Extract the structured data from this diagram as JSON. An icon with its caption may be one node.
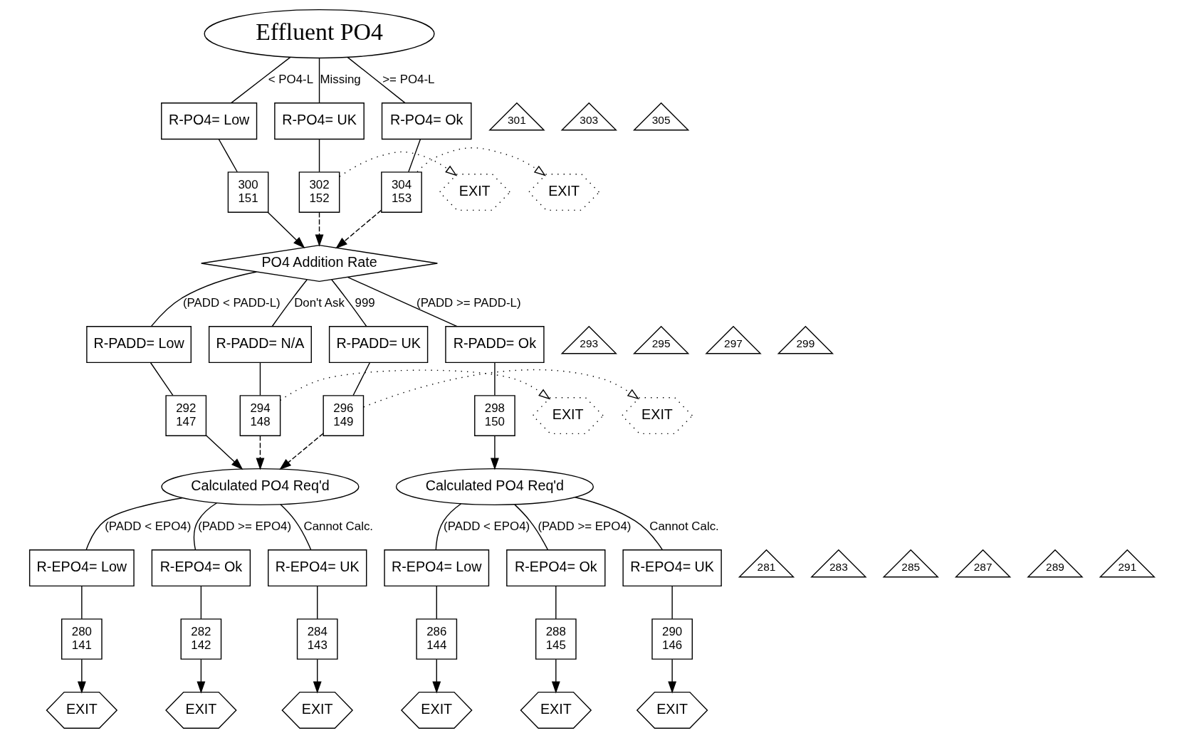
{
  "diagram": {
    "nodes": [
      {
        "text": [
          "Effluent PO4"
        ]
      },
      {
        "text": [
          "301"
        ]
      },
      {
        "text": [
          "R-PO4= Low"
        ]
      },
      {
        "text": [
          "303"
        ]
      },
      {
        "text": [
          "R-PO4= UK"
        ]
      },
      {
        "text": [
          "R-PO4= Ok"
        ]
      },
      {
        "text": [
          "305"
        ]
      },
      {
        "text": [
          "300",
          "151"
        ]
      },
      {
        "text": [
          "302",
          "152"
        ]
      },
      {
        "text": [
          "EXIT"
        ]
      },
      {
        "text": [
          "304",
          "153"
        ]
      },
      {
        "text": [
          "EXIT"
        ]
      },
      {
        "text": [
          "PO4 Addition Rate"
        ]
      },
      {
        "text": [
          "293"
        ]
      },
      {
        "text": [
          "R-PADD= Low"
        ]
      },
      {
        "text": [
          "295"
        ]
      },
      {
        "text": [
          "R-PADD= N/A"
        ]
      },
      {
        "text": [
          "297"
        ]
      },
      {
        "text": [
          "R-PADD= UK"
        ]
      },
      {
        "text": [
          "R-PADD= Ok"
        ]
      },
      {
        "text": [
          "299"
        ]
      },
      {
        "text": [
          "292",
          "147"
        ]
      },
      {
        "text": [
          "294",
          "148"
        ]
      },
      {
        "text": [
          "EXIT"
        ]
      },
      {
        "text": [
          "296",
          "149"
        ]
      },
      {
        "text": [
          "EXIT"
        ]
      },
      {
        "text": [
          "298",
          "150"
        ]
      },
      {
        "text": [
          "Calculated PO4 Req'd"
        ]
      },
      {
        "text": [
          "Calculated PO4 Req'd"
        ]
      },
      {
        "text": [
          "281"
        ]
      },
      {
        "text": [
          "R-EPO4= Low"
        ]
      },
      {
        "text": [
          "R-EPO4= Ok"
        ]
      },
      {
        "text": [
          "R-EPO4= UK"
        ]
      },
      {
        "text": [
          "283"
        ]
      },
      {
        "text": [
          "285"
        ]
      },
      {
        "text": [
          "280",
          "141"
        ]
      },
      {
        "text": [
          "282",
          "142"
        ]
      },
      {
        "text": [
          "284",
          "143"
        ]
      },
      {
        "text": [
          "EXIT"
        ]
      },
      {
        "text": [
          "EXIT"
        ]
      },
      {
        "text": [
          "EXIT"
        ]
      },
      {
        "text": [
          "287"
        ]
      },
      {
        "text": [
          "R-EPO4= Low"
        ]
      },
      {
        "text": [
          "R-EPO4= Ok"
        ]
      },
      {
        "text": [
          "R-EPO4= UK"
        ]
      },
      {
        "text": [
          "289"
        ]
      },
      {
        "text": [
          "291"
        ]
      },
      {
        "text": [
          "286",
          "144"
        ]
      },
      {
        "text": [
          "288",
          "145"
        ]
      },
      {
        "text": [
          "290",
          "146"
        ]
      },
      {
        "text": [
          "EXIT"
        ]
      },
      {
        "text": [
          "EXIT"
        ]
      },
      {
        "text": [
          "EXIT"
        ]
      }
    ],
    "edges": [
      {
        "from": 0,
        "to": 2,
        "arrow": "none",
        "label": "< PO4-L"
      },
      {
        "from": 0,
        "to": 4,
        "arrow": "none",
        "label": "Missing"
      },
      {
        "from": 0,
        "to": 5,
        "arrow": "none",
        "label": ">= PO4-L"
      },
      {
        "from": 2,
        "to": 7,
        "arrow": "none"
      },
      {
        "from": 4,
        "to": 8,
        "arrow": "none"
      },
      {
        "from": 5,
        "to": 10,
        "arrow": "none"
      },
      {
        "from": 8,
        "to": 9,
        "arrow": "to",
        "style": "dashed"
      },
      {
        "from": 10,
        "to": 11,
        "arrow": "to",
        "style": "dashed"
      },
      {
        "from": 7,
        "to": 12,
        "arrow": "to"
      },
      {
        "from": 8,
        "to": 12,
        "arrow": "to",
        "style": "dashed"
      },
      {
        "from": 10,
        "to": 12,
        "arrow": "to",
        "style": "dashed"
      },
      {
        "from": 12,
        "to": 14,
        "arrow": "none",
        "label": "(PADD < PADD-L)"
      },
      {
        "from": 12,
        "to": 16,
        "arrow": "none",
        "label": "Don't Ask"
      },
      {
        "from": 12,
        "to": 18,
        "arrow": "none",
        "label": "999"
      },
      {
        "from": 12,
        "to": 19,
        "arrow": "none",
        "label": "(PADD >= PADD-L)"
      },
      {
        "from": 14,
        "to": 21,
        "arrow": "none"
      },
      {
        "from": 16,
        "to": 22,
        "arrow": "none"
      },
      {
        "from": 18,
        "to": 24,
        "arrow": "none"
      },
      {
        "from": 19,
        "to": 26,
        "arrow": "none"
      },
      {
        "from": 22,
        "to": 23,
        "arrow": "to",
        "style": "dashed"
      },
      {
        "from": 24,
        "to": 25,
        "arrow": "to",
        "style": "dashed"
      },
      {
        "from": 21,
        "to": 27,
        "arrow": "to"
      },
      {
        "from": 22,
        "to": 27,
        "arrow": "to",
        "style": "dashed"
      },
      {
        "from": 24,
        "to": 27,
        "arrow": "to",
        "style": "dashed"
      },
      {
        "from": 26,
        "to": 28,
        "arrow": "to"
      },
      {
        "from": 27,
        "to": 30,
        "arrow": "none",
        "label": "(PADD < EPO4)"
      },
      {
        "from": 27,
        "to": 31,
        "arrow": "none",
        "label": "(PADD >= EPO4)"
      },
      {
        "from": 27,
        "to": 32,
        "arrow": "none",
        "label": "Cannot Calc."
      },
      {
        "from": 30,
        "to": 35,
        "arrow": "none"
      },
      {
        "from": 31,
        "to": 36,
        "arrow": "none"
      },
      {
        "from": 32,
        "to": 37,
        "arrow": "none"
      },
      {
        "from": 35,
        "to": 38,
        "arrow": "to"
      },
      {
        "from": 36,
        "to": 39,
        "arrow": "to"
      },
      {
        "from": 37,
        "to": 40,
        "arrow": "to"
      },
      {
        "from": 28,
        "to": 42,
        "arrow": "none",
        "label": "(PADD < EPO4)"
      },
      {
        "from": 28,
        "to": 43,
        "arrow": "none",
        "label": "(PADD >= EPO4)"
      },
      {
        "from": 28,
        "to": 44,
        "arrow": "none",
        "label": "Cannot Calc."
      },
      {
        "from": 42,
        "to": 47,
        "arrow": "none"
      },
      {
        "from": 43,
        "to": 48,
        "arrow": "none"
      },
      {
        "from": 44,
        "to": 49,
        "arrow": "none"
      },
      {
        "from": 47,
        "to": 50,
        "arrow": "to"
      },
      {
        "from": 48,
        "to": 51,
        "arrow": "to"
      },
      {
        "from": 49,
        "to": 52,
        "arrow": "to"
      }
    ]
  }
}
